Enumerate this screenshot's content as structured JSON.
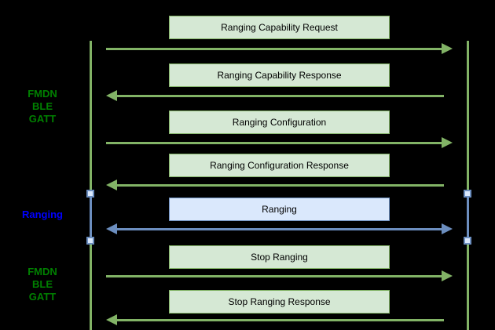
{
  "diagram": {
    "type": "sequence-diagram",
    "background": "#000000",
    "colors": {
      "green_line": "#82b366",
      "green_fill": "#d5e8d4",
      "blue_line": "#6c8ebf",
      "blue_fill": "#dae8fc",
      "green_text": "#008000",
      "blue_text": "#0000ff",
      "box_text": "#000000"
    },
    "phases": [
      {
        "lines": [
          "FMDN",
          "BLE",
          "GATT"
        ]
      },
      {
        "lines": [
          "Ranging"
        ]
      },
      {
        "lines": [
          "FMDN",
          "BLE",
          "GATT"
        ]
      }
    ],
    "messages": [
      {
        "label": "Ranging Capability Request",
        "direction": "right",
        "style": "green"
      },
      {
        "label": "Ranging Capability Response",
        "direction": "left",
        "style": "green"
      },
      {
        "label": "Ranging Configuration",
        "direction": "right",
        "style": "green"
      },
      {
        "label": "Ranging Configuration Response",
        "direction": "left",
        "style": "green"
      },
      {
        "label": "Ranging",
        "direction": "both",
        "style": "blue"
      },
      {
        "label": "Stop Ranging",
        "direction": "right",
        "style": "green"
      },
      {
        "label": "Stop Ranging Response",
        "direction": "left",
        "style": "green"
      }
    ]
  }
}
